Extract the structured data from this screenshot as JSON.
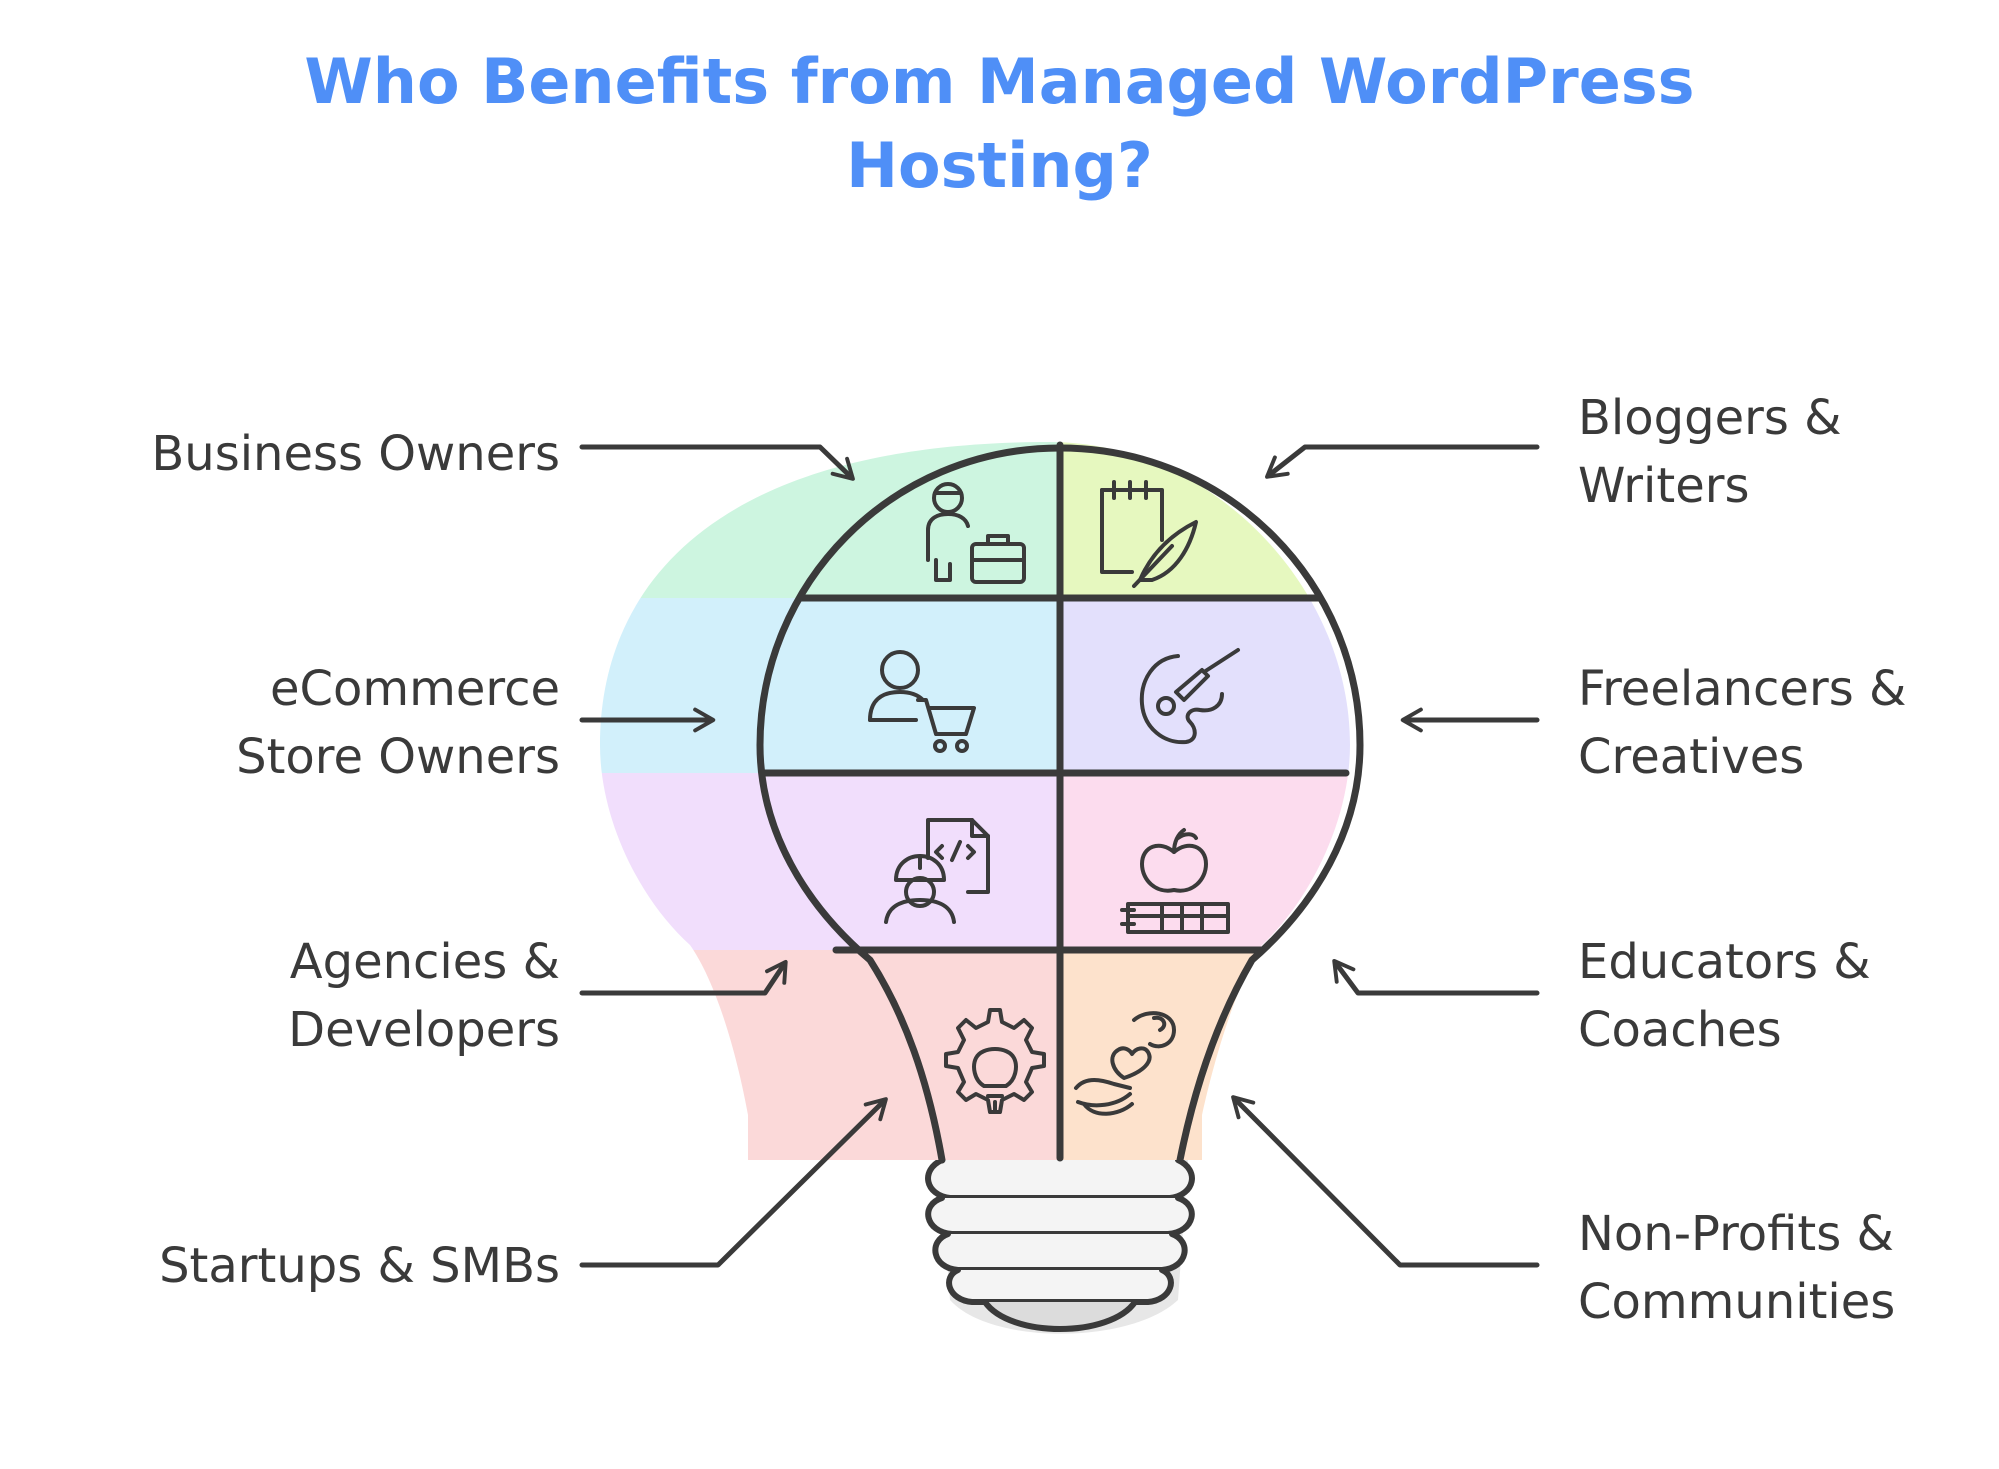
{
  "title": {
    "line1": "Who Benefits from Managed WordPress",
    "line2": "Hosting?"
  },
  "colors": {
    "title": "#4f8ff7",
    "outline": "#3a3a3a",
    "business": "#cdf5e0",
    "bloggers": "#e6f8bf",
    "ecommerce": "#d2f0fb",
    "freelancers": "#e3e0fc",
    "agencies": "#f1defc",
    "educators": "#fcdcee",
    "startups": "#fbd9d9",
    "nonprofits": "#fde2cc",
    "base": "#e7e7e7"
  },
  "left_labels": [
    {
      "id": "business",
      "lines": [
        "Business Owners"
      ],
      "icon": "businessman-briefcase-icon"
    },
    {
      "id": "ecommerce",
      "lines": [
        "eCommerce",
        "Store Owners"
      ],
      "icon": "person-cart-icon"
    },
    {
      "id": "agencies",
      "lines": [
        "Agencies &",
        "Developers"
      ],
      "icon": "developer-code-icon"
    },
    {
      "id": "startups",
      "lines": [
        "Startups & SMBs"
      ],
      "icon": "gear-lightbulb-icon"
    }
  ],
  "right_labels": [
    {
      "id": "bloggers",
      "lines": [
        "Bloggers &",
        "Writers"
      ],
      "icon": "notepad-quill-icon"
    },
    {
      "id": "freelancers",
      "lines": [
        "Freelancers &",
        "Creatives"
      ],
      "icon": "palette-brush-icon"
    },
    {
      "id": "educators",
      "lines": [
        "Educators &",
        "Coaches"
      ],
      "icon": "apple-books-icon"
    },
    {
      "id": "nonprofits",
      "lines": [
        "Non-Profits &",
        "Communities"
      ],
      "icon": "hands-heart-icon"
    }
  ]
}
